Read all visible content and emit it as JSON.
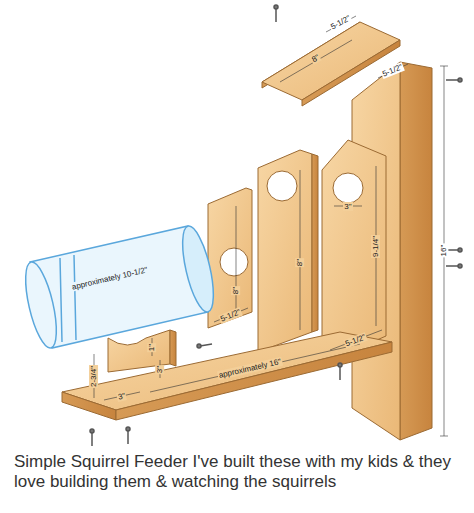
{
  "diagram": {
    "caption": "Simple Squirrel Feeder I've built these with my kids & they love building them & watching the squirrels",
    "labels": [
      "5-1/2\"",
      "8\"",
      "5-1/2\"",
      "16\"",
      "3\"",
      "9-1/4\"",
      "8\"",
      "5-1/2\"",
      "approximately 10-1/2\"",
      "8\"",
      "5-1/2\"",
      "2-3/4\"",
      "1\"",
      "3\"",
      "3\"",
      "approximately 16\""
    ]
  }
}
